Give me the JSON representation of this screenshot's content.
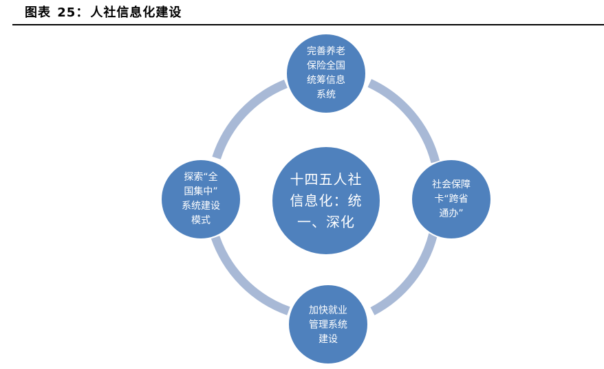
{
  "header": {
    "title_prefix": "图表",
    "title_number": "25：",
    "title_text": "人社信息化建设"
  },
  "diagram": {
    "center": {
      "lines": [
        "十四五人社",
        "信息化：统",
        "一、深化"
      ]
    },
    "nodes": {
      "top": {
        "lines": [
          "完善养老",
          "保险全国",
          "统筹信息",
          "系统"
        ]
      },
      "right": {
        "lines": [
          "社会保障",
          "卡“跨省",
          "通办”"
        ]
      },
      "bottom": {
        "lines": [
          "加快就业",
          "管理系统",
          "建设"
        ]
      },
      "left": {
        "lines": [
          "探索“全",
          "国集中”",
          "系统建设",
          "模式"
        ]
      }
    },
    "colors": {
      "circle_fill": "#4f81bd",
      "ring": "#a8b9d6",
      "circle_stroke": "#ffffff"
    }
  }
}
